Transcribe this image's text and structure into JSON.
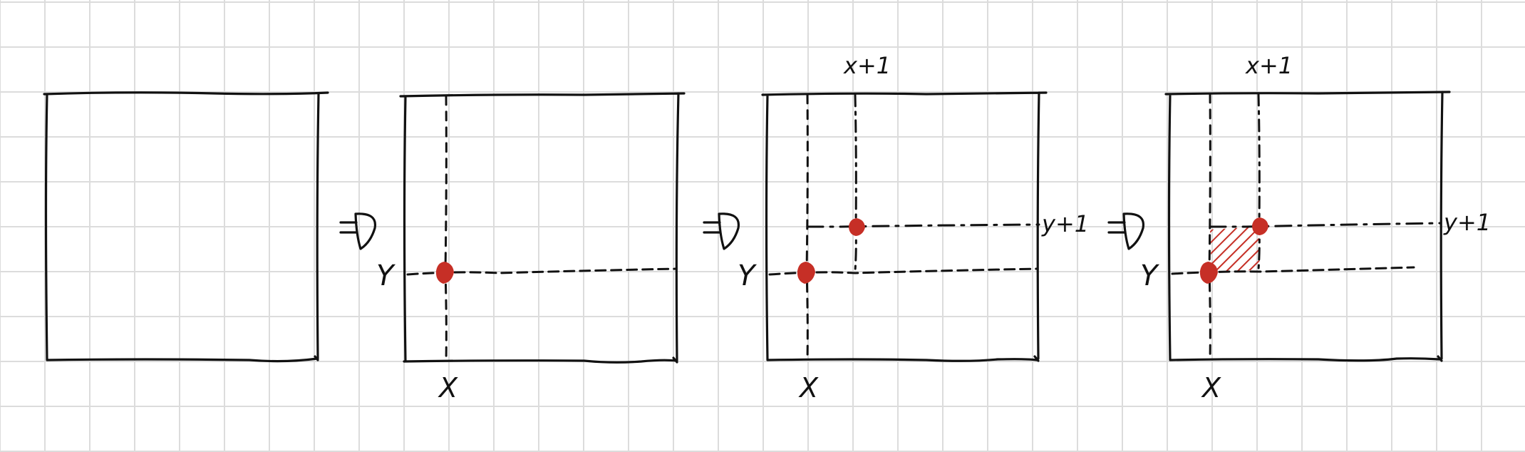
{
  "colors": {
    "background": "#ffffff",
    "grid": "#dcdcdc",
    "ink": "#111111",
    "point": "#c62f26"
  },
  "labels": {
    "x": "X",
    "y": "Y",
    "x_plus_one": "x+1",
    "y_plus_one": "y+1"
  },
  "panels": [
    {
      "step": 1,
      "shows_point": false,
      "shows_next_point": false,
      "shows_area": false
    },
    {
      "step": 2,
      "shows_point": true,
      "shows_next_point": false,
      "shows_area": false
    },
    {
      "step": 3,
      "shows_point": true,
      "shows_next_point": true,
      "shows_area": false
    },
    {
      "step": 4,
      "shows_point": true,
      "shows_next_point": true,
      "shows_area": true
    }
  ],
  "arrows": [
    "arrow-icon",
    "arrow-icon",
    "arrow-icon"
  ]
}
